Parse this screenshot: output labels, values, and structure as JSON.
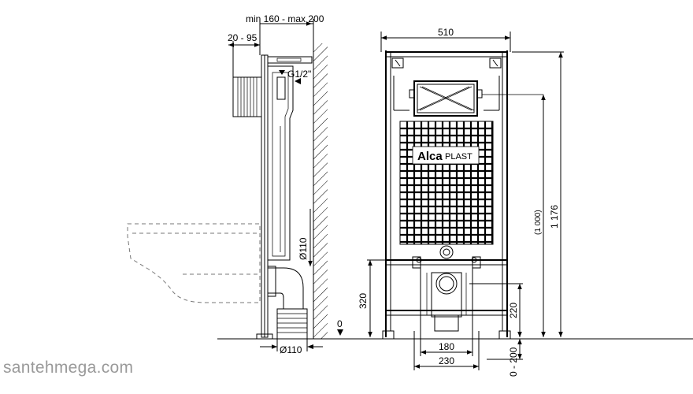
{
  "dimensions": {
    "min_max_depth": "min 160 - max 200",
    "adjust_range": "20 - 95",
    "thread": "G1/2\"",
    "pipe_vertical": "Ø110",
    "pipe_bottom": "Ø110",
    "zero_mark": "0",
    "frame_width": "510",
    "frame_height": "1 176",
    "flush_height": "(1 000)",
    "height_320": "320",
    "height_220": "220",
    "leg_range": "0 - 200",
    "span_180": "180",
    "span_230": "230"
  },
  "brand": {
    "name_bold": "Alca",
    "name_light": "PLAST"
  },
  "watermark": "santehmega.com"
}
